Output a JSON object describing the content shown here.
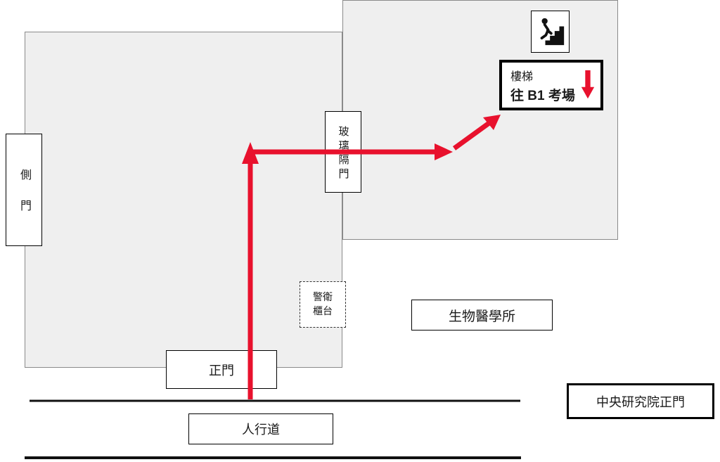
{
  "labels": {
    "side_door": "側門",
    "glass_door": "玻璃隔門",
    "guard_desk": [
      "警衛",
      "櫃台"
    ],
    "biomedical_institute": "生物醫學所",
    "main_entrance": "正門",
    "sidewalk": "人行道",
    "academia_sinica_main_gate": "中央研究院正門",
    "stairs_line1": "樓梯",
    "stairs_line2": "往 B1 考場"
  },
  "icons": {
    "stairs_icon": "person-walking-up-stairs",
    "stairs_down_arrow": "red-arrow-down",
    "route": "red-route-arrows"
  },
  "colors": {
    "route_red": "#e8112d",
    "building_fill": "#efefef",
    "building_border": "#8a8a8a",
    "line_black": "#111111"
  }
}
